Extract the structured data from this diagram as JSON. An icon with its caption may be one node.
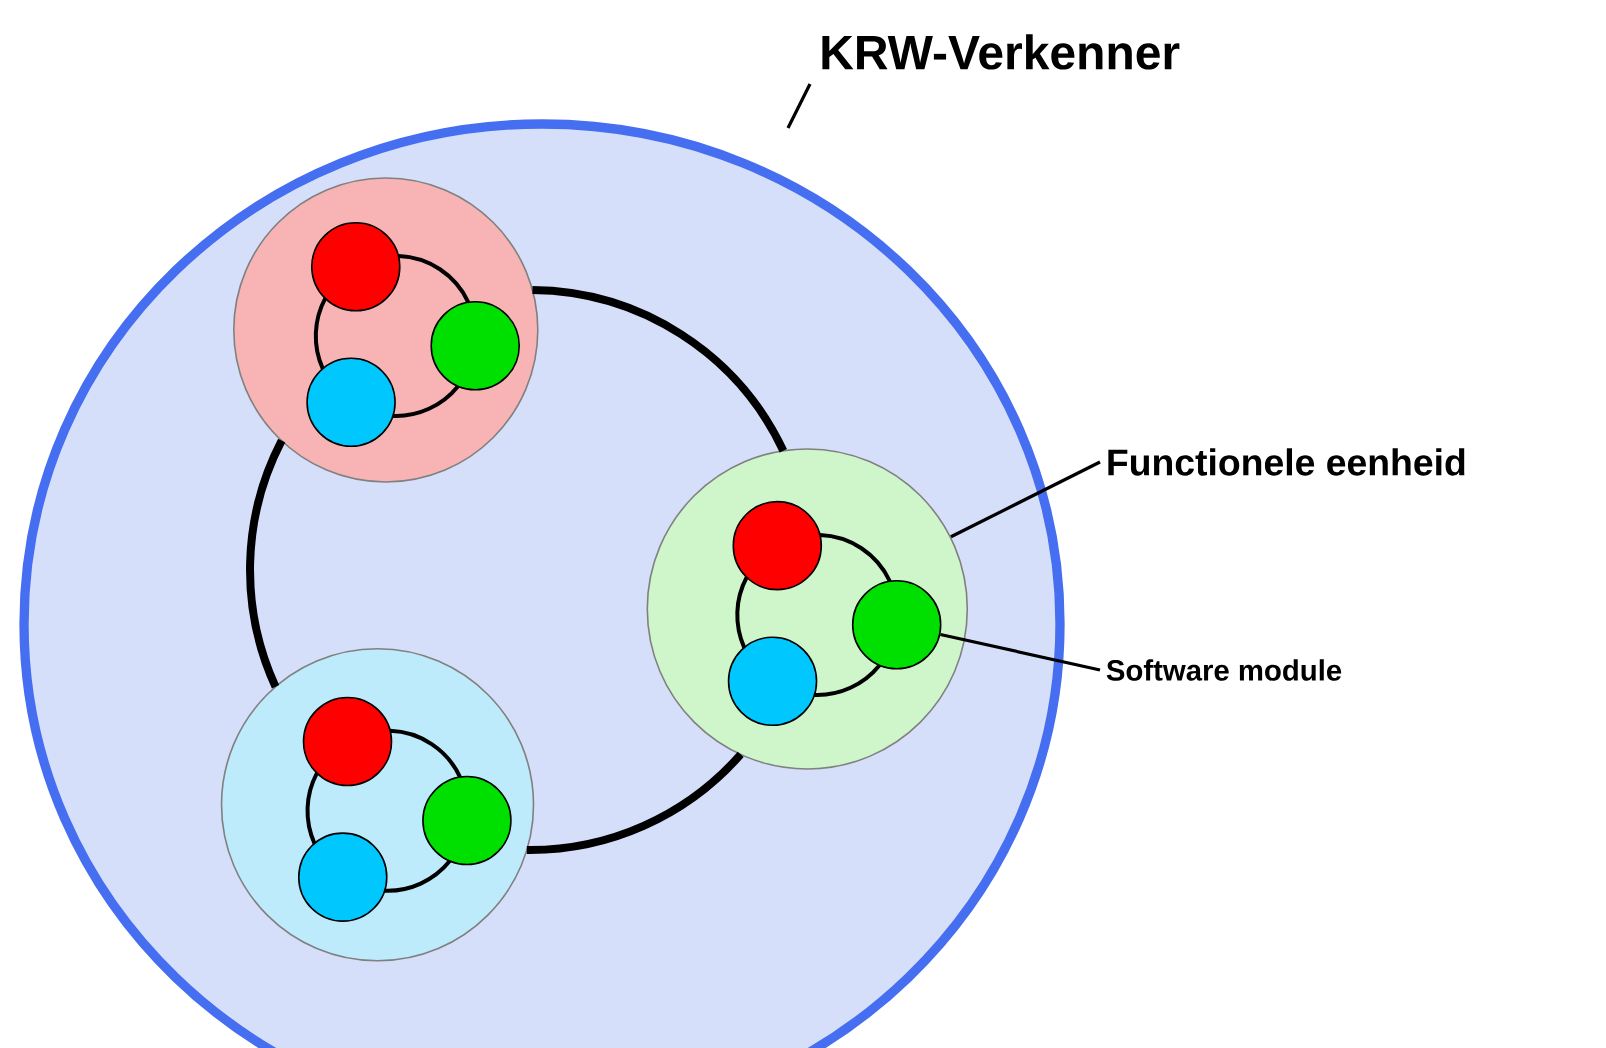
{
  "diagram": {
    "nodes": [
      {
        "text": [
          "KRW-Verkenner"
        ]
      },
      {
        "text": [],
        "shape": "circle",
        "in": 0
      },
      {
        "text": [],
        "shape": "circle",
        "in": 1
      },
      {
        "text": [],
        "shape": "circle",
        "in": 1
      },
      {
        "text": [],
        "shape": "circle",
        "in": 1
      },
      {
        "text": [],
        "shape": "circle",
        "in": 0
      },
      {
        "text": [],
        "shape": "circle",
        "in": 5
      },
      {
        "text": [],
        "shape": "circle",
        "in": 5
      },
      {
        "text": [],
        "shape": "circle",
        "in": 5
      },
      {
        "text": [],
        "shape": "circle",
        "in": 0
      },
      {
        "text": [],
        "shape": "circle",
        "in": 9
      },
      {
        "text": [],
        "shape": "circle",
        "in": 9
      },
      {
        "text": [],
        "shape": "circle",
        "in": 9
      },
      {
        "text": [
          "Functionele eenheid"
        ]
      },
      {
        "text": [
          "Software module"
        ]
      }
    ],
    "edges": [
      {
        "from": 1,
        "to": 5,
        "arrow": "none",
        "style": "thick"
      },
      {
        "from": 5,
        "to": 9,
        "arrow": "none",
        "style": "thick"
      },
      {
        "from": 9,
        "to": 1,
        "arrow": "none",
        "style": "thick"
      },
      {
        "from": 2,
        "to": 3,
        "arrow": "none"
      },
      {
        "from": 3,
        "to": 4,
        "arrow": "none"
      },
      {
        "from": 4,
        "to": 2,
        "arrow": "none"
      },
      {
        "from": 6,
        "to": 7,
        "arrow": "none"
      },
      {
        "from": 7,
        "to": 8,
        "arrow": "none"
      },
      {
        "from": 8,
        "to": 6,
        "arrow": "none"
      },
      {
        "from": 10,
        "to": 11,
        "arrow": "none"
      },
      {
        "from": 11,
        "to": 12,
        "arrow": "none"
      },
      {
        "from": 12,
        "to": 10,
        "arrow": "none"
      },
      {
        "from": 13,
        "to": 5,
        "arrow": "none"
      },
      {
        "from": 14,
        "to": 7,
        "arrow": "none"
      }
    ]
  }
}
